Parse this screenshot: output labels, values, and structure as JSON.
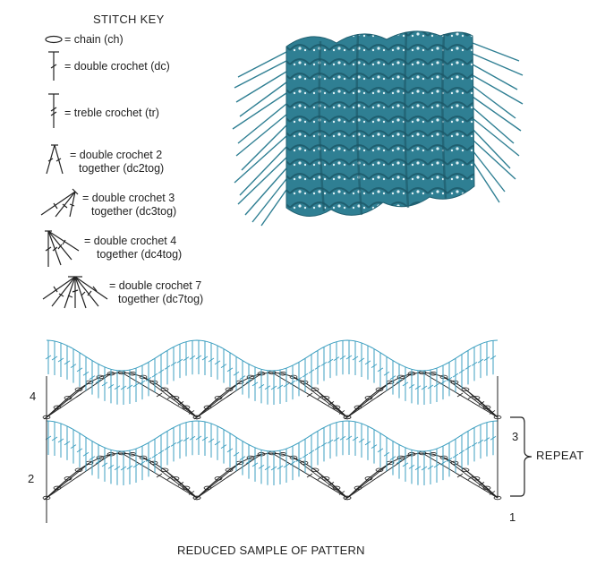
{
  "stitch_key": {
    "title": "STITCH KEY",
    "items": [
      {
        "icon": "chain-icon",
        "line1": "= chain (ch)",
        "line2": ""
      },
      {
        "icon": "double-crochet-icon",
        "line1": "= double crochet (dc)",
        "line2": ""
      },
      {
        "icon": "treble-crochet-icon",
        "line1": "= treble crochet (tr)",
        "line2": ""
      },
      {
        "icon": "dc2tog-icon",
        "line1": "= double crochet 2",
        "line2": "together (dc2tog)"
      },
      {
        "icon": "dc3tog-icon",
        "line1": "= double crochet 3",
        "line2": "together (dc3tog)"
      },
      {
        "icon": "dc4tog-icon",
        "line1": "= double crochet 4",
        "line2": "together (dc4tog)"
      },
      {
        "icon": "dc7tog-icon",
        "line1": "= double crochet 7",
        "line2": "together (dc7tog)"
      }
    ]
  },
  "photo": {
    "icon": "crochet-scarf-photo",
    "yarn_color": "#2f7f93"
  },
  "chart": {
    "row_labels": {
      "r1": "1",
      "r2": "2",
      "r3": "3",
      "r4": "4"
    },
    "repeat_label": "REPEAT",
    "caption": "REDUCED SAMPLE OF PATTERN",
    "colors": {
      "even_rows": "#3d9fc0",
      "odd_rows": "#222222"
    }
  }
}
